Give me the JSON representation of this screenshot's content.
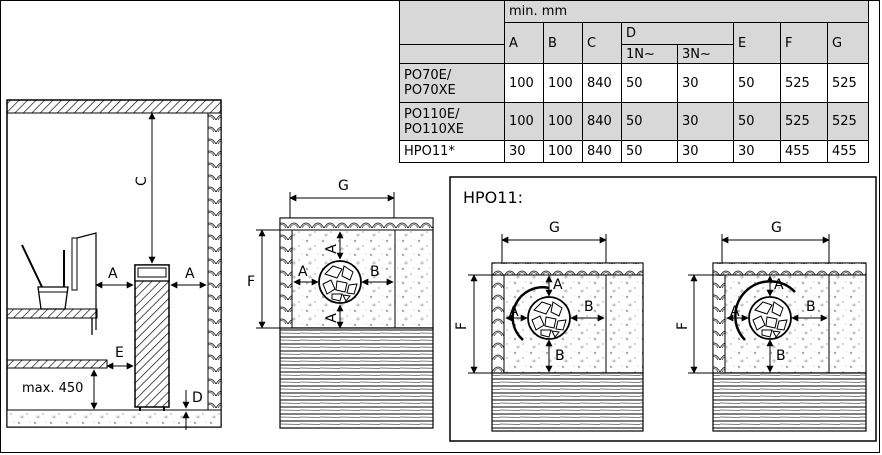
{
  "table": {
    "header_main": "min. mm",
    "columns": [
      "A",
      "B",
      "C",
      "D",
      "E",
      "F",
      "G"
    ],
    "d_sub": [
      "1N~",
      "3N~"
    ],
    "rows": [
      {
        "model_line1": "PO70E/",
        "model_line2": "PO70XE",
        "values": [
          "100",
          "100",
          "840",
          "50",
          "30",
          "50",
          "525",
          "525"
        ]
      },
      {
        "model_line1": "PO110E/",
        "model_line2": "PO110XE",
        "values": [
          "100",
          "100",
          "840",
          "50",
          "30",
          "50",
          "525",
          "525"
        ]
      },
      {
        "model_line1": "HPO11*",
        "model_line2": "",
        "values": [
          "30",
          "100",
          "840",
          "50",
          "30",
          "30",
          "455",
          "455"
        ]
      }
    ]
  },
  "side_view": {
    "label_c": "C",
    "label_a_left": "A",
    "label_a_right": "A",
    "label_e": "E",
    "label_d": "D",
    "max_text": "max. 450"
  },
  "top_view": {
    "label_g": "G",
    "label_f": "F",
    "label_a_top": "A",
    "label_a_left": "A",
    "label_b": "B",
    "label_a_bottom": "A"
  },
  "hpo_box": {
    "title": "HPO11:",
    "left": {
      "label_g": "G",
      "label_f": "F",
      "label_a_top": "A",
      "label_a_left": "A",
      "label_b_right": "B",
      "label_b_bottom": "B"
    },
    "right": {
      "label_g": "G",
      "label_f": "F",
      "label_a_top": "A",
      "label_a_left": "A",
      "label_b_right": "B",
      "label_b_bottom": "B"
    }
  }
}
